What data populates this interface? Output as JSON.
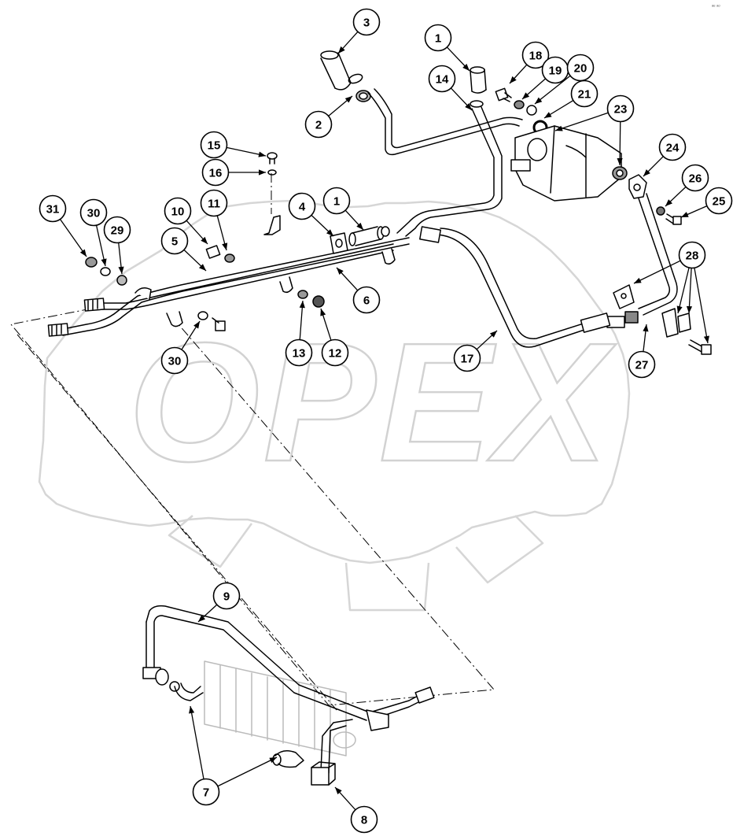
{
  "watermark": {
    "text": "OPEX"
  },
  "corner_code": "ᵃᵉ ᵃᵒ",
  "callouts": [
    {
      "id": "c1a",
      "label": "1"
    },
    {
      "id": "c1b",
      "label": "1"
    },
    {
      "id": "c2",
      "label": "2"
    },
    {
      "id": "c3",
      "label": "3"
    },
    {
      "id": "c4",
      "label": "4"
    },
    {
      "id": "c5",
      "label": "5"
    },
    {
      "id": "c6",
      "label": "6"
    },
    {
      "id": "c7",
      "label": "7"
    },
    {
      "id": "c8",
      "label": "8"
    },
    {
      "id": "c9",
      "label": "9"
    },
    {
      "id": "c10",
      "label": "10"
    },
    {
      "id": "c11",
      "label": "11"
    },
    {
      "id": "c12",
      "label": "12"
    },
    {
      "id": "c13",
      "label": "13"
    },
    {
      "id": "c14",
      "label": "14"
    },
    {
      "id": "c15",
      "label": "15"
    },
    {
      "id": "c16",
      "label": "16"
    },
    {
      "id": "c17",
      "label": "17"
    },
    {
      "id": "c18",
      "label": "18"
    },
    {
      "id": "c19",
      "label": "19"
    },
    {
      "id": "c20",
      "label": "20"
    },
    {
      "id": "c21",
      "label": "21"
    },
    {
      "id": "c22",
      "label": "22"
    },
    {
      "id": "c23",
      "label": "23"
    },
    {
      "id": "c24",
      "label": "24"
    },
    {
      "id": "c25",
      "label": "25"
    },
    {
      "id": "c26",
      "label": "26"
    },
    {
      "id": "c27",
      "label": "27"
    },
    {
      "id": "c28",
      "label": "28"
    },
    {
      "id": "c29",
      "label": "29"
    },
    {
      "id": "c30a",
      "label": "30"
    },
    {
      "id": "c30b",
      "label": "30"
    },
    {
      "id": "c31",
      "label": "31"
    }
  ]
}
